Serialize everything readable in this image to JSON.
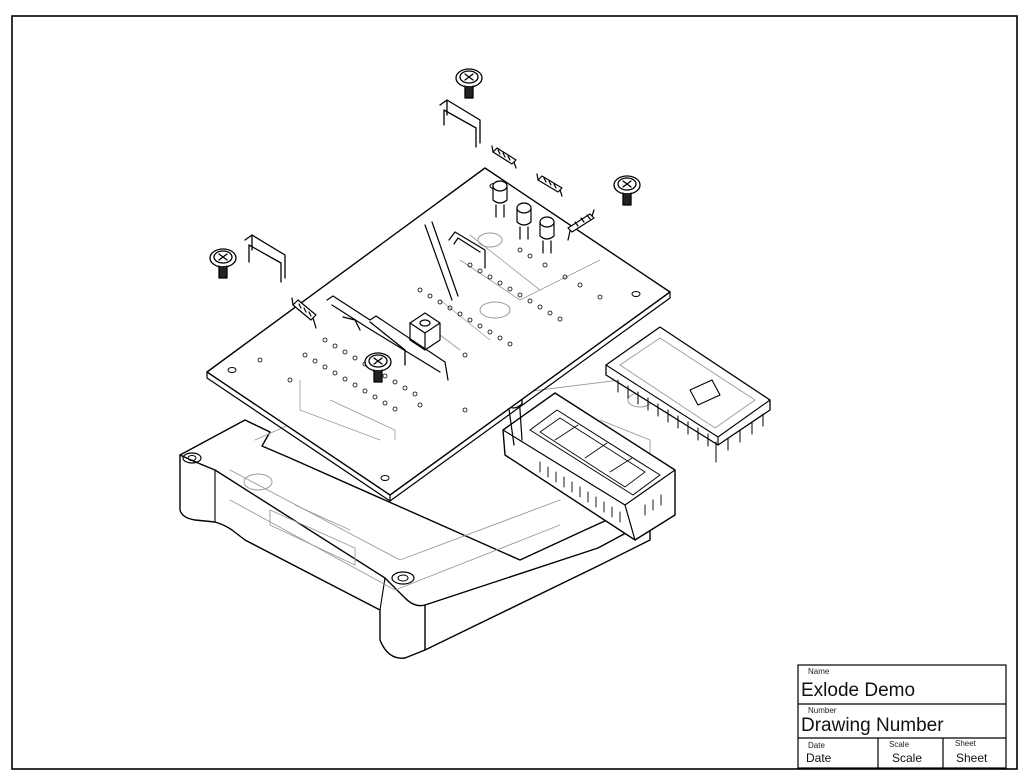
{
  "title_block": {
    "name_label": "Name",
    "name_value": "Exlode Demo",
    "number_label": "Number",
    "number_value": "Drawing Number",
    "date_label": "Date",
    "date_value": "Date",
    "scale_label": "Scale",
    "scale_value": "Scale",
    "sheet_label": "Sheet",
    "sheet_value": "Sheet"
  },
  "colors": {
    "ink": "#000000",
    "ghost": "#9a9a9a",
    "paper": "#ffffff"
  }
}
